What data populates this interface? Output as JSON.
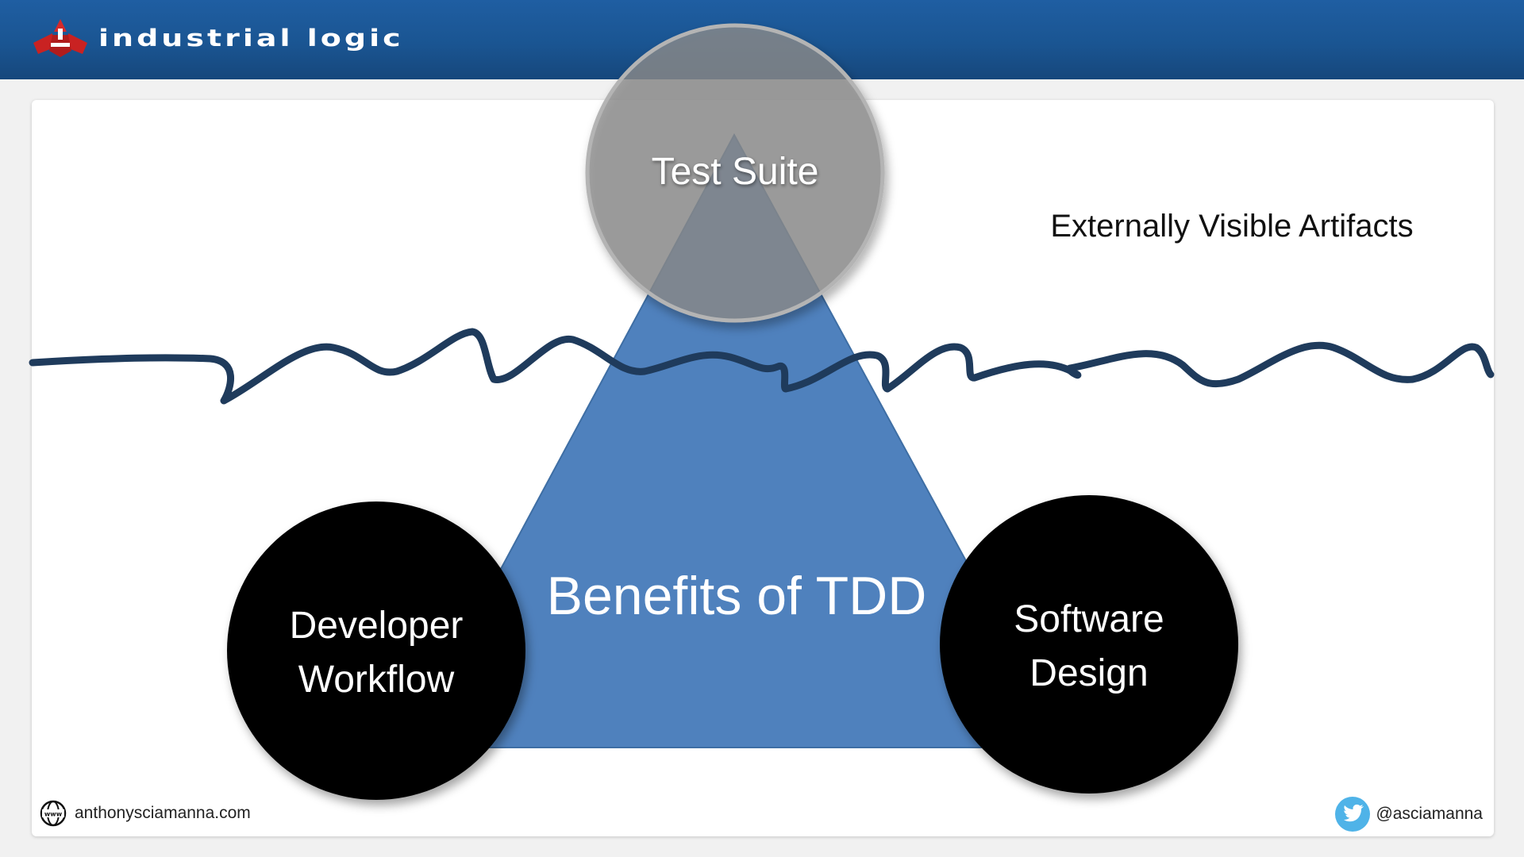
{
  "header": {
    "brand_name": "industrial logic",
    "colors": {
      "bar": "#1c5a9a",
      "logo_red": "#d42a2a"
    }
  },
  "diagram": {
    "top_label": "Test Suite",
    "artifacts_label": "Externally Visible Artifacts",
    "center_label": "Benefits of TDD",
    "left_label_line1": "Developer",
    "left_label_line2": "Workflow",
    "right_label_line1": "Software",
    "right_label_line2": "Design",
    "colors": {
      "triangle": "#4f81bd",
      "waterline": "#1f3b5c",
      "top_circle": "#a5a5a5",
      "bottom_circles": "#000000"
    }
  },
  "footer": {
    "website": "anthonysciamanna.com",
    "twitter": "@asciamanna",
    "icons": {
      "left": "globe-icon",
      "right": "twitter-bird-icon"
    }
  }
}
